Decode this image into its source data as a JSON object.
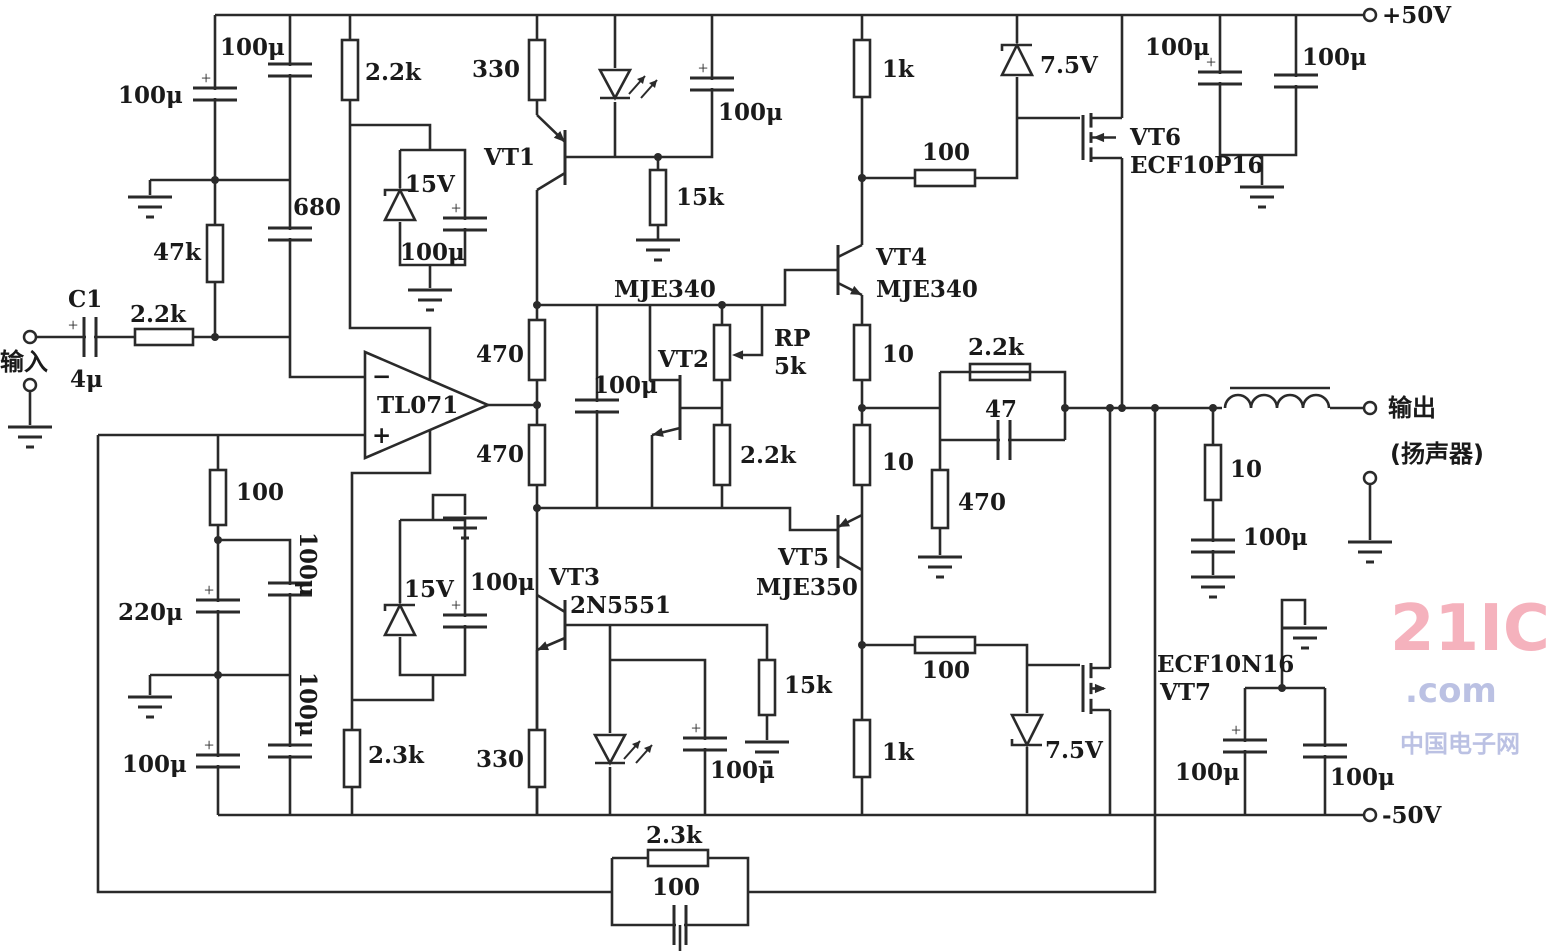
{
  "terminals": {
    "input": "输入",
    "output": "输出",
    "speaker": "(扬声器)",
    "pos_supply": "+50V",
    "neg_supply": "-50V"
  },
  "input_stage": {
    "c_top_left": "100μ",
    "c_top_mid": "100μ",
    "r_bias": "47k",
    "c_comp": "680",
    "c1_name": "C1",
    "c1_value": "4μ",
    "r_in": "2.2k"
  },
  "opamp": {
    "name": "TL071",
    "minus": "−",
    "plus": "+"
  },
  "opamp_supply_pos": {
    "r": "2.2k",
    "zener": "15V",
    "cap": "100μ"
  },
  "opamp_supply_neg": {
    "r": "2.3k",
    "zener": "15V",
    "cap": "100μ"
  },
  "feedback_bias": {
    "r": "100",
    "c_220": "220μ",
    "c_lower": "100μ",
    "c_rot_top": "100μ",
    "c_rot_bottom": "100μ"
  },
  "vt1_stage": {
    "r_emitter": "330",
    "name": "VT1",
    "c_led": "100μ",
    "r_base": "15k",
    "type": "MJE340"
  },
  "vt3_stage": {
    "r_emitter": "330",
    "name": "VT3",
    "type": "2N5551",
    "r_base": "15k",
    "c_led": "100μ"
  },
  "bias_network": {
    "r_upper": "470",
    "r_lower": "470",
    "cap": "100μ",
    "vt2": "VT2",
    "rp_name": "RP",
    "rp_value": "5k",
    "r_vt2": "2.2k"
  },
  "driver_upper": {
    "r_collector": "1k",
    "r_gate": "100",
    "zener": "7.5V",
    "vt4": "VT4",
    "vt4_type": "MJE340",
    "r_emitter": "10"
  },
  "driver_lower": {
    "r_collector": "1k",
    "r_gate": "100",
    "zener": "7.5V",
    "vt5": "VT5",
    "vt5_type": "MJE350",
    "r_emitter": "10"
  },
  "output_upper": {
    "name": "VT6",
    "type": "ECF10P16",
    "c_pol": "100μ",
    "c_np": "100μ"
  },
  "output_lower": {
    "name": "VT7",
    "type": "ECF10N16",
    "c_pol": "100μ",
    "c_np": "100μ"
  },
  "local_feedback": {
    "r": "2.2k",
    "c": "47",
    "r_ground": "470"
  },
  "zobel": {
    "r": "10",
    "c": "100μ"
  },
  "global_feedback": {
    "r": "2.3k",
    "c": "100"
  },
  "watermark": {
    "main": "21IC",
    "domain": ".com",
    "site": "中国电子网"
  }
}
